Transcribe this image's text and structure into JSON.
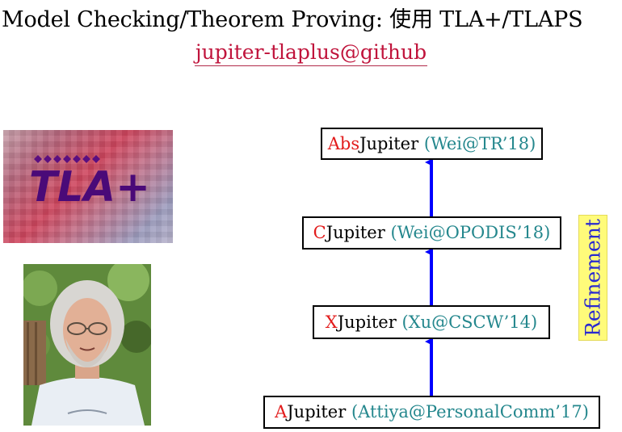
{
  "header": {
    "title": "Model Checking/Theorem Proving: 使用 TLA+/TLAPS",
    "link": "jupiter-tlaplus@github"
  },
  "logo": {
    "text": "TLA+",
    "diamond_count": 7
  },
  "diagram": {
    "nodes": [
      {
        "prefix": "Abs",
        "name": "Jupiter",
        "cite": "(Wei@TR’18)"
      },
      {
        "prefix": "C",
        "name": "Jupiter",
        "cite": "(Wei@OPODIS’18)"
      },
      {
        "prefix": "X",
        "name": "Jupiter",
        "cite": "(Xu@CSCW’14)"
      },
      {
        "prefix": "A",
        "name": "Jupiter",
        "cite": "(Attiya@PersonalComm’17)"
      }
    ],
    "side_label": "Refinement"
  },
  "colors": {
    "prefix": "#e21b1b",
    "cite": "#24878d",
    "link": "#c0143c",
    "arrow": "#0000ff",
    "refinement_bg": "#fffb7a",
    "refinement_text": "#2a2ad0"
  }
}
